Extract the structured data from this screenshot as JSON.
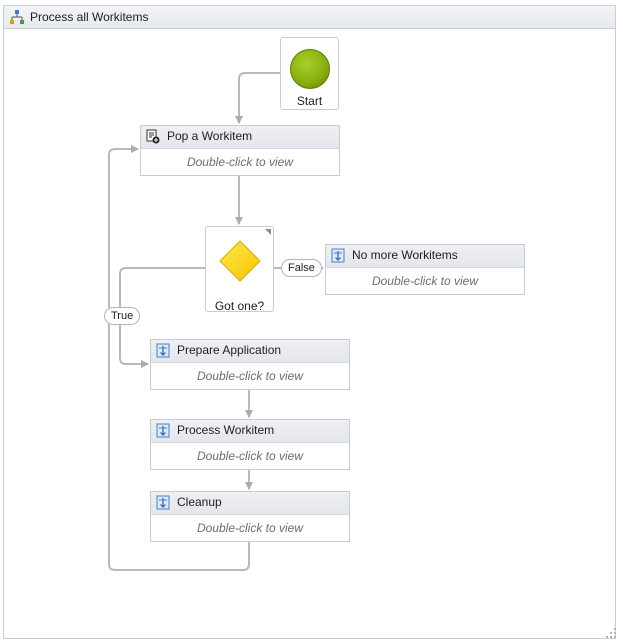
{
  "window": {
    "title": "Process all Workitems",
    "icon": "flowchart-icon"
  },
  "start": {
    "label": "Start"
  },
  "decision": {
    "label": "Got one?",
    "true_label": "True",
    "false_label": "False"
  },
  "activities": {
    "pop": {
      "title": "Pop a Workitem",
      "hint": "Double-click to view",
      "icon": "queue-pop-icon"
    },
    "no_more": {
      "title": "No more Workitems",
      "hint": "Double-click to view",
      "icon": "sequence-icon"
    },
    "prepare": {
      "title": "Prepare Application",
      "hint": "Double-click to view",
      "icon": "sequence-icon"
    },
    "process": {
      "title": "Process Workitem",
      "hint": "Double-click to view",
      "icon": "sequence-icon"
    },
    "cleanup": {
      "title": "Cleanup",
      "hint": "Double-click to view",
      "icon": "sequence-icon"
    }
  },
  "colors": {
    "start_node": "#86ad0c",
    "decision_node": "#ffd800",
    "connector": "#a9adb3",
    "header_bg": "#e3e6eb"
  }
}
